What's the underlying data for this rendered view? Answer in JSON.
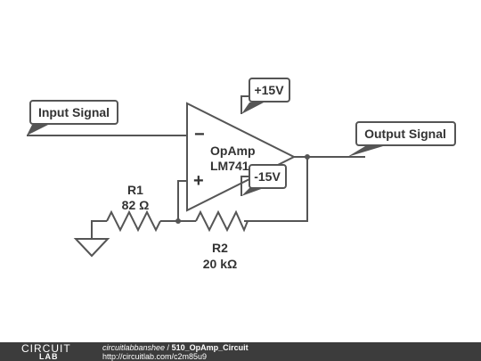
{
  "labels": {
    "input": "Input Signal",
    "output": "Output Signal",
    "vpos": "+15V",
    "vneg": "-15V",
    "opamp_name": "OpAmp",
    "opamp_model": "LM741",
    "minus_sign": "−",
    "plus_sign": "+",
    "r1_name": "R1",
    "r1_value": "82 Ω",
    "r2_name": "R2",
    "r2_value": "20 kΩ"
  },
  "footer": {
    "logo_top": "CIRCUIT",
    "logo_bottom": "LAB",
    "author": "circuitlabbanshee",
    "separator": " / ",
    "circuit_title": "510_OpAmp_Circuit",
    "url": "http://circuitlab.com/c2m85u9"
  },
  "colors": {
    "line": "#555555",
    "text": "#333333",
    "footer_bg": "#3c3c3c"
  }
}
